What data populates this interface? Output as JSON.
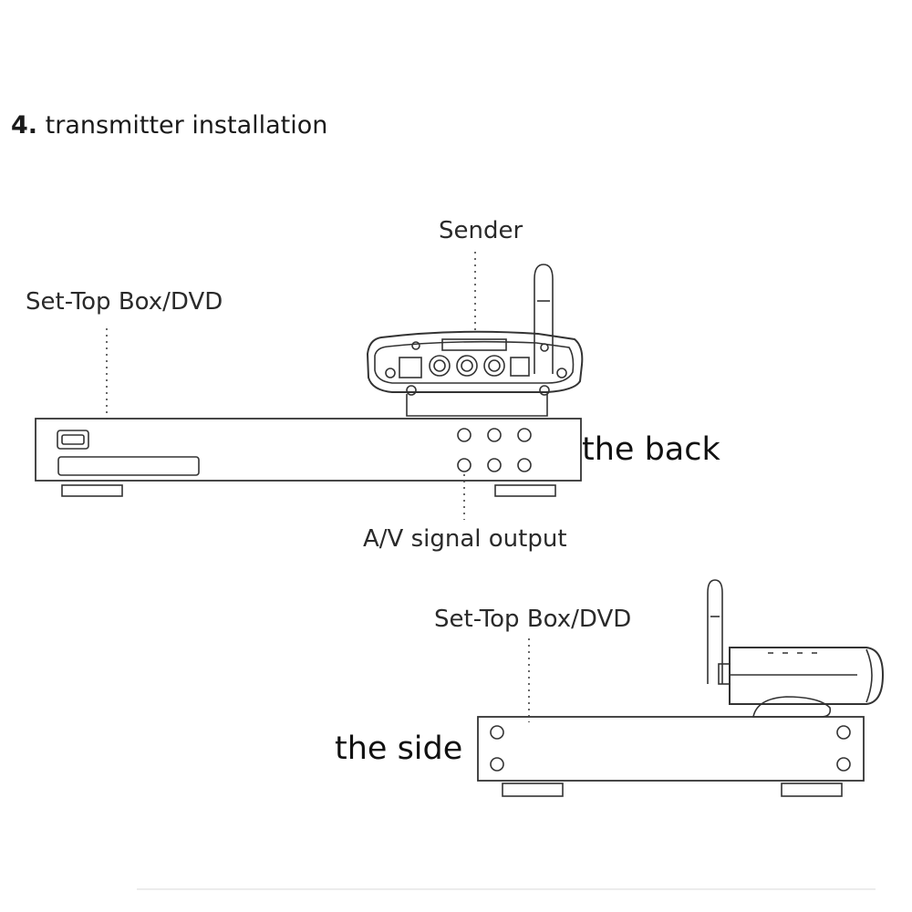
{
  "title": {
    "number": "4.",
    "text": "transmitter installation"
  },
  "labels": {
    "sender": "Sender",
    "stb_top": "Set-Top Box/DVD",
    "the_back": "the back",
    "av_output": "A/V signal output",
    "stb_side": "Set-Top Box/DVD",
    "the_side": "the side"
  }
}
